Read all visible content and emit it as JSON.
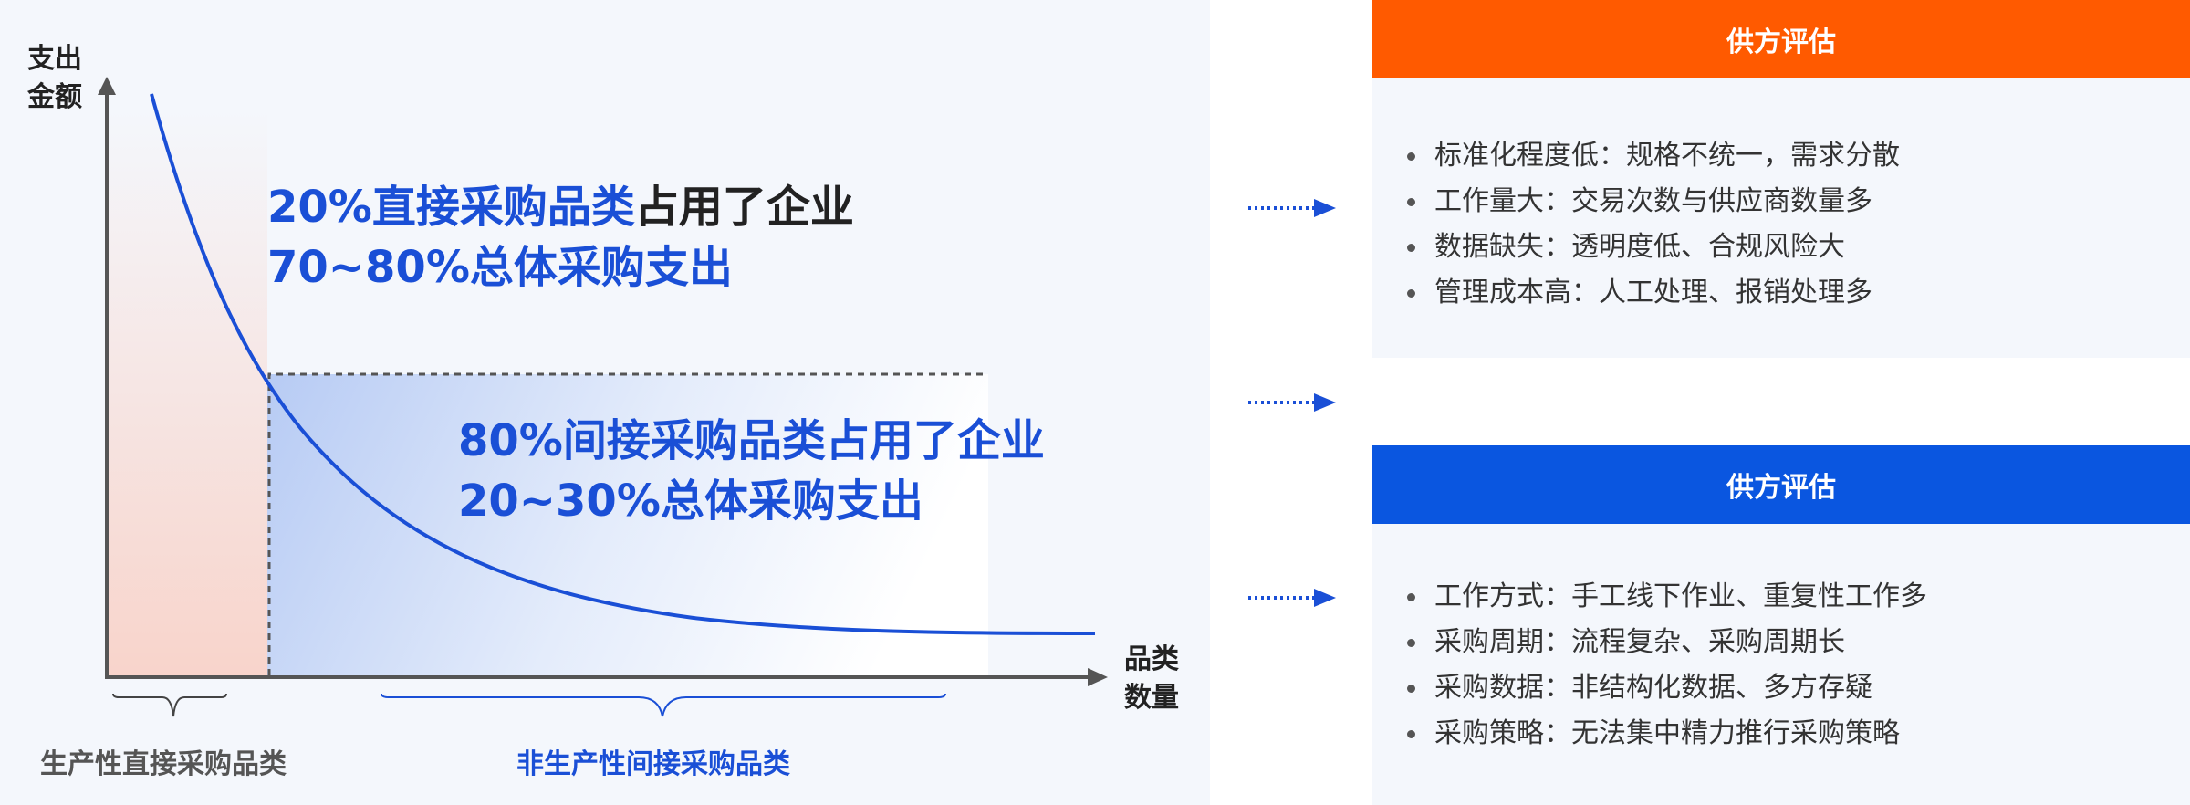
{
  "colors": {
    "curve": "#1a4fd6",
    "accent_blue": "#1a4fd6",
    "header_orange": "#ff5a00",
    "header_blue": "#0a56e0",
    "direct_fill": "#f8d7cf",
    "indirect_fill": "#c2d4f6",
    "axis": "#555555"
  },
  "chart": {
    "y_axis_label": [
      "支出",
      "金额"
    ],
    "x_axis_label": [
      "品类",
      "数量"
    ],
    "direct_text": {
      "line1_blue": "20%直接采购品类",
      "line1_dark": "占用了企业",
      "line2": "70~80%总体采购支出"
    },
    "indirect_text": {
      "line1": "80%间接采购品类占用了企业",
      "line2": "20~30%总体采购支出"
    },
    "direct_category": "生产性直接采购品类",
    "indirect_category": "非生产性间接采购品类"
  },
  "panels": [
    {
      "header": "供方评估",
      "header_color": "#ff5a00",
      "items": [
        "标准化程度低：规格不统一，需求分散",
        "工作量大：交易次数与供应商数量多",
        "数据缺失：透明度低、合规风险大",
        "管理成本高：人工处理、报销处理多"
      ]
    },
    {
      "header": "供方评估",
      "header_color": "#0a56e0",
      "items": [
        "工作方式：手工线下作业、重复性工作多",
        "采购周期：流程复杂、采购周期长",
        "采购数据：非结构化数据、多方存疑",
        "采购策略：无法集中精力推行采购策略"
      ]
    }
  ],
  "arrow_icon": "dotted-right-arrow-icon"
}
